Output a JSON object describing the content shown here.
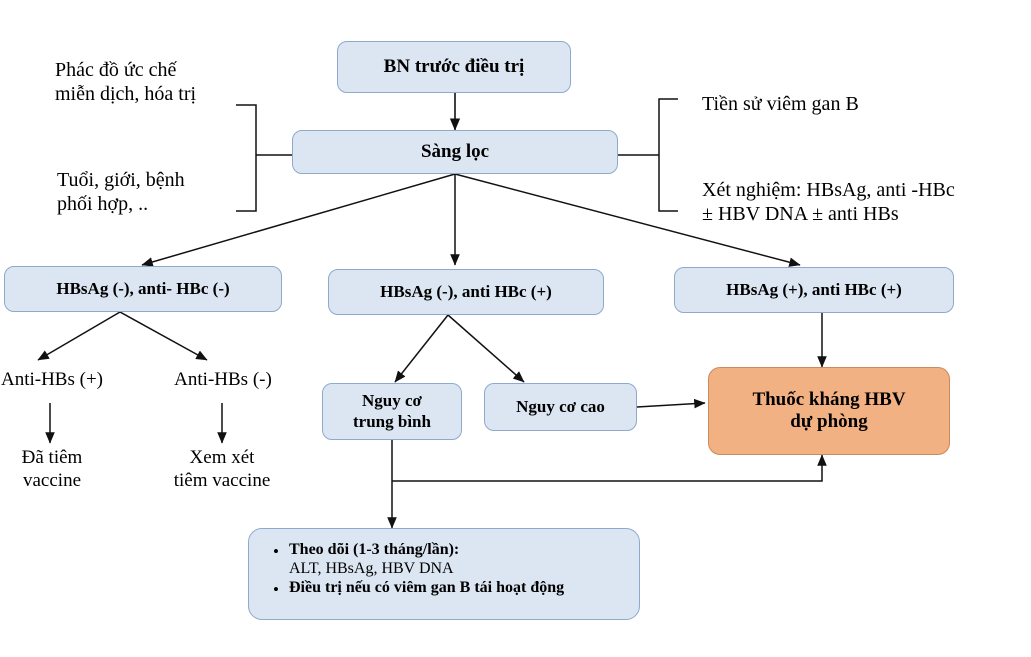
{
  "diagram": {
    "title_text": "BN trước điều trị",
    "nodes": {
      "start": {
        "label": "BN trước điều trị"
      },
      "screening": {
        "label": "Sàng lọc"
      },
      "group_neg_neg": {
        "label": "HBsAg (-), anti- HBc (-)"
      },
      "group_neg_pos": {
        "label": "HBsAg (-), anti HBc (+)"
      },
      "group_pos_pos": {
        "label": "HBsAg (+), anti HBc (+)"
      },
      "risk_moderate": {
        "label": "Nguy cơ\ntrung bình"
      },
      "risk_high": {
        "label": "Nguy cơ cao"
      },
      "prophylaxis": {
        "label": "Thuốc kháng HBV\ndự phòng"
      },
      "followup": {
        "bullet1_strong": "Theo dõi (1-3 tháng/lần):",
        "bullet1_normal": "ALT, HBsAg, HBV DNA",
        "bullet2_strong": "Điều trị nếu có viêm gan B tái hoạt động",
        "bullet_glyph": "•"
      }
    },
    "annotations": {
      "left_top": "Phác đồ ức chế\nmiễn dịch, hóa trị",
      "left_bottom": "Tuổi, giới, bệnh\nphối hợp, ..",
      "right_top": "Tiền sử viêm gan B",
      "right_bottom": "Xét nghiệm: HBsAg, anti -HBc\n± HBV DNA ± anti HBs",
      "anti_hbs_pos": "Anti-HBs (+)",
      "anti_hbs_neg": "Anti-HBs (-)",
      "outcome_vaccinated": "Đã tiêm\nvaccine",
      "outcome_consider": "Xem xét\ntiêm vaccine"
    },
    "colors": {
      "box_fill": "#dce6f3",
      "box_stroke": "#8ea9cc",
      "orange_fill": "#f2b183",
      "orange_stroke": "#c98a5e",
      "line": "#1a1a1a",
      "text": "#000000",
      "background": "#ffffff"
    }
  }
}
